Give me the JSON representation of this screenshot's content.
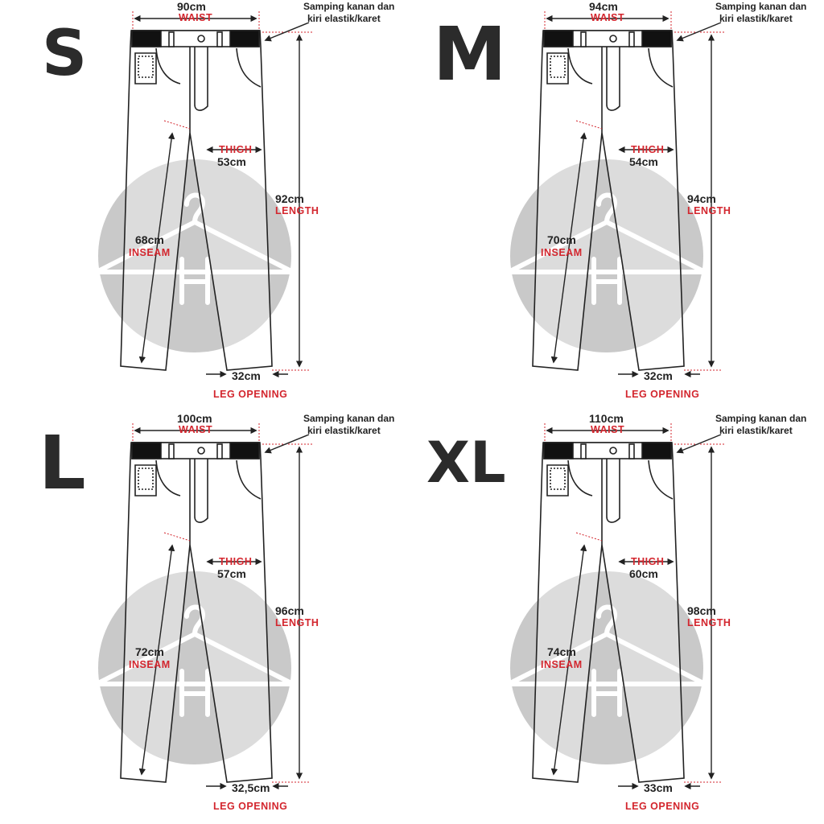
{
  "colors": {
    "label": "#d3262e",
    "text": "#222222",
    "watermark": "#c9c9c9",
    "outline": "#222222"
  },
  "labels": {
    "waist": "WAIST",
    "thigh": "THIGH",
    "length": "LENGTH",
    "inseam": "INSEAM",
    "leg_opening": "LEG OPENING",
    "note_line1": "Samping kanan dan",
    "note_line2": "kiri elastik/karet"
  },
  "sizes": [
    {
      "size": "S",
      "waist": "90cm",
      "thigh": "53cm",
      "length": "92cm",
      "inseam": "68cm",
      "leg_opening": "32cm"
    },
    {
      "size": "M",
      "waist": "94cm",
      "thigh": "54cm",
      "length": "94cm",
      "inseam": "70cm",
      "leg_opening": "32cm"
    },
    {
      "size": "L",
      "waist": "100cm",
      "thigh": "57cm",
      "length": "96cm",
      "inseam": "72cm",
      "leg_opening": "32,5cm"
    },
    {
      "size": "XL",
      "waist": "110cm",
      "thigh": "60cm",
      "length": "98cm",
      "inseam": "74cm",
      "leg_opening": "33cm"
    }
  ]
}
